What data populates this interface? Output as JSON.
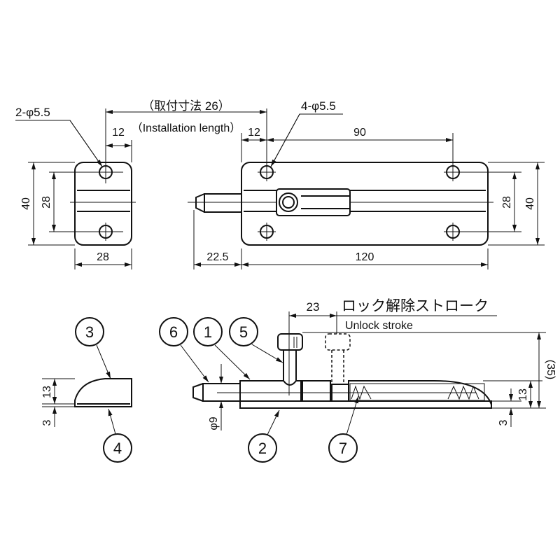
{
  "top_view": {
    "hole_left": "2-φ5.5",
    "hole_right": "4-φ5.5",
    "install_jp": "（取付寸法 26）",
    "install_en": "（Installation length）",
    "dims": {
      "d12a": "12",
      "d12b": "12",
      "d90": "90",
      "d40a": "40",
      "d28a": "28",
      "d28b": "28",
      "d40b": "40",
      "d28c": "28",
      "d22_5": "22.5",
      "d120": "120"
    }
  },
  "side_view": {
    "stroke_jp": "ロック解除ストローク",
    "stroke_en": "Unlock stroke",
    "dims": {
      "d23": "23",
      "d35": "(35)",
      "d13a": "13",
      "d3a": "3",
      "d13b": "13",
      "d3b": "3",
      "phi9": "φ9"
    },
    "balloons": [
      "3",
      "4",
      "6",
      "1",
      "5",
      "2",
      "7"
    ]
  }
}
